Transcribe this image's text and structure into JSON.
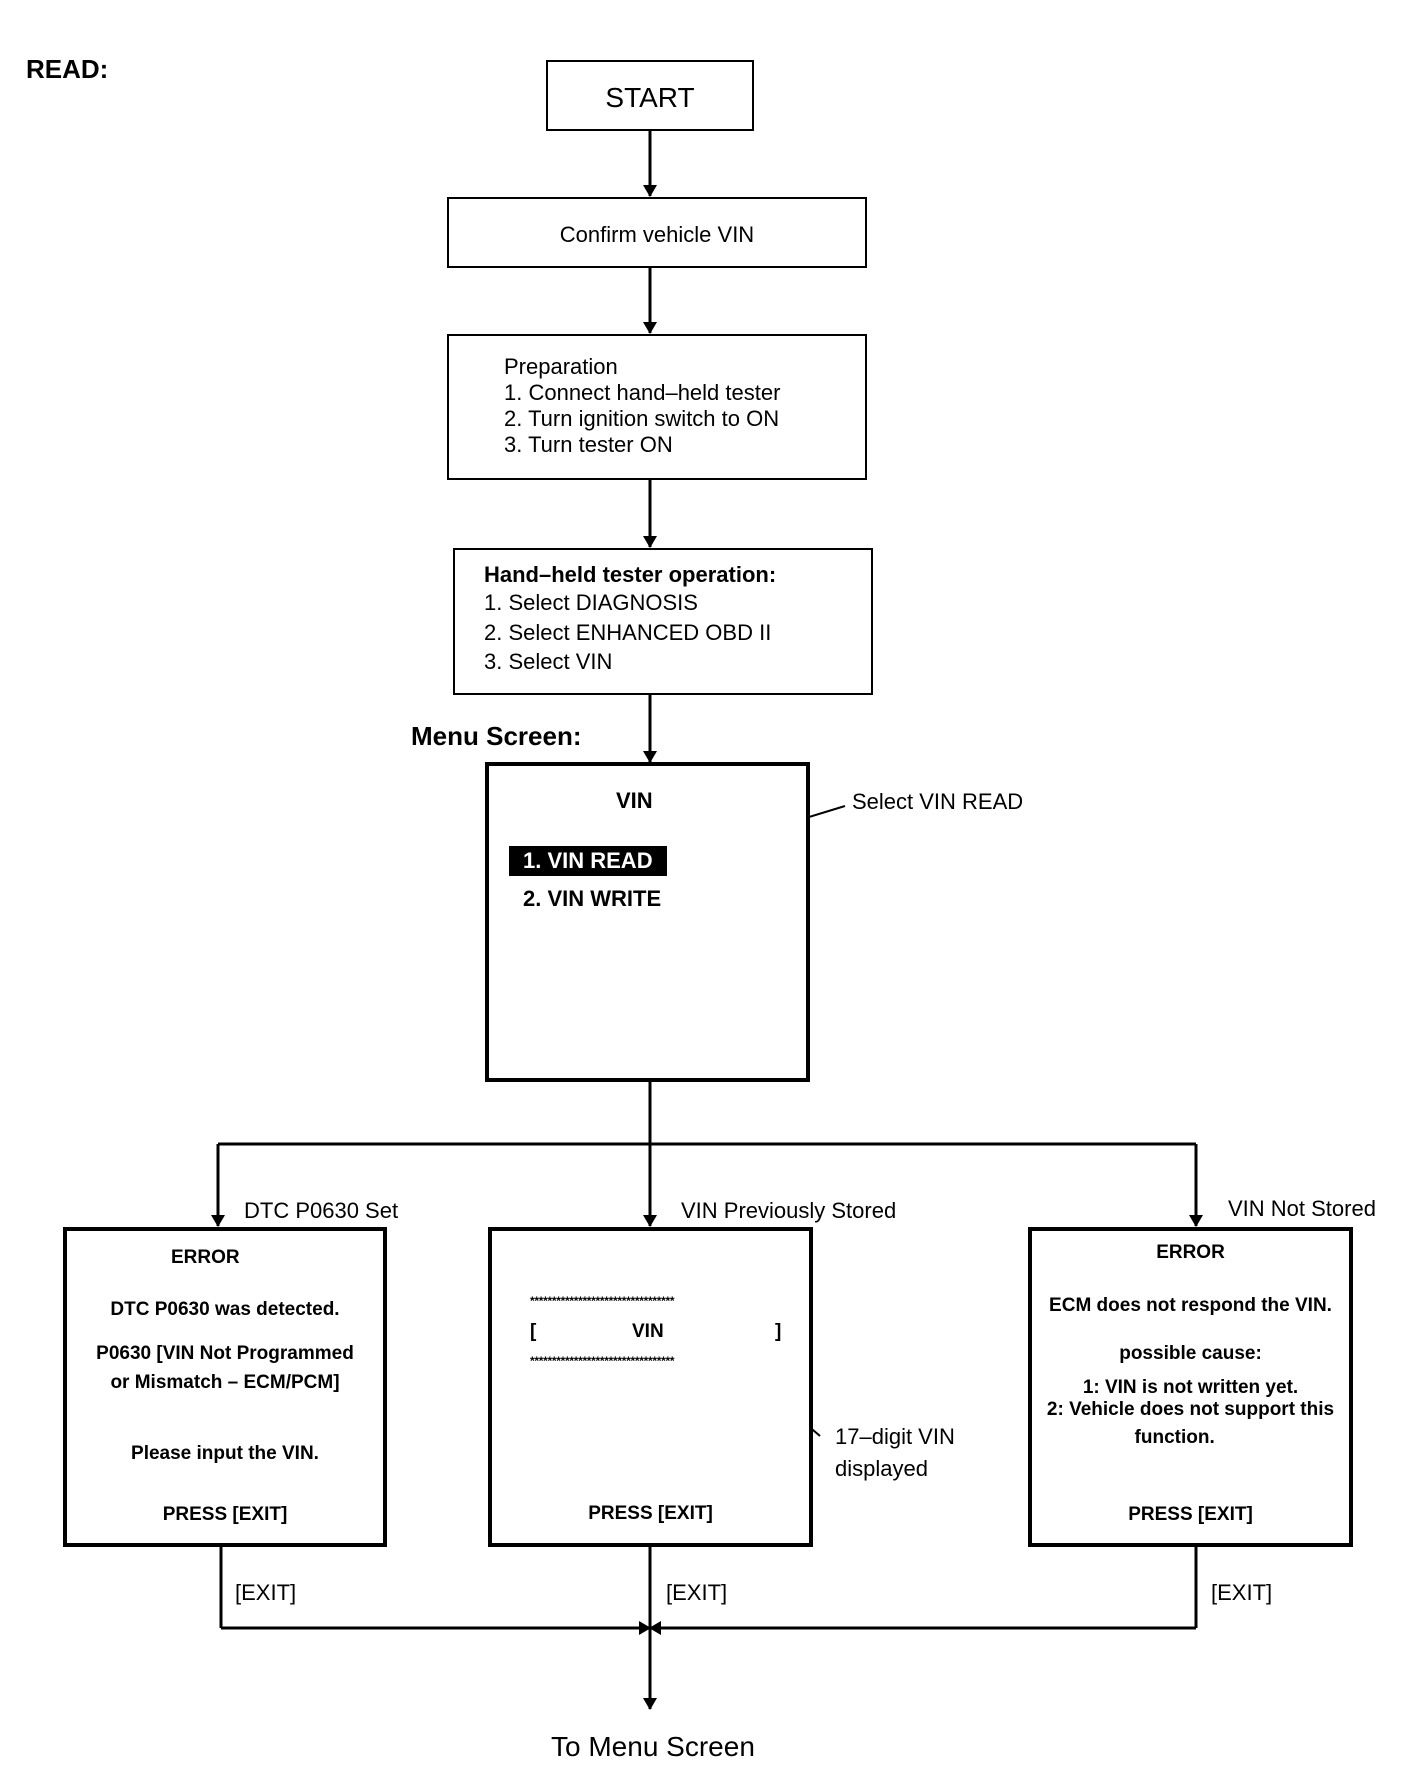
{
  "read_label": "READ:",
  "start": "START",
  "confirm_vin": "Confirm vehicle VIN",
  "preparation": {
    "heading": "Preparation",
    "steps": [
      "1. Connect hand–held tester",
      "2. Turn ignition switch to ON",
      "3. Turn tester ON"
    ]
  },
  "tester_operation": {
    "heading": "Hand–held tester operation:",
    "steps": [
      "1. Select DIAGNOSIS",
      "2. Select ENHANCED OBD II",
      "3. Select VIN"
    ]
  },
  "menu_screen": {
    "label": "Menu Screen:",
    "title": "VIN",
    "items": [
      "1. VIN READ",
      "2. VIN WRITE"
    ],
    "callout": "Select VIN READ"
  },
  "branches": {
    "dtc": {
      "condition": "DTC P0630 Set",
      "title": "ERROR",
      "line1": "DTC P0630 was detected.",
      "line2": "P0630  [VIN Not Programmed",
      "line3": "or Mismatch – ECM/PCM]",
      "line4": "Please input the VIN.",
      "press": "PRESS [EXIT]",
      "exit": "[EXIT]"
    },
    "stored": {
      "condition": "VIN Previously Stored",
      "stars": "*********************************",
      "bracket_open": "[",
      "vin": "VIN",
      "bracket_close": "]",
      "callout_line1": "17–digit VIN",
      "callout_line2": "displayed",
      "press": "PRESS [EXIT]",
      "exit": "[EXIT]"
    },
    "not_stored": {
      "condition": "VIN Not Stored",
      "title": "ERROR",
      "line1": "ECM does not respond the VIN.",
      "line2": "possible cause:",
      "line3": "1: VIN is not written yet.",
      "line4": "2: Vehicle does not support this",
      "line5": "function.",
      "press": "PRESS [EXIT]",
      "exit": "[EXIT]"
    }
  },
  "to_menu": "To Menu Screen"
}
